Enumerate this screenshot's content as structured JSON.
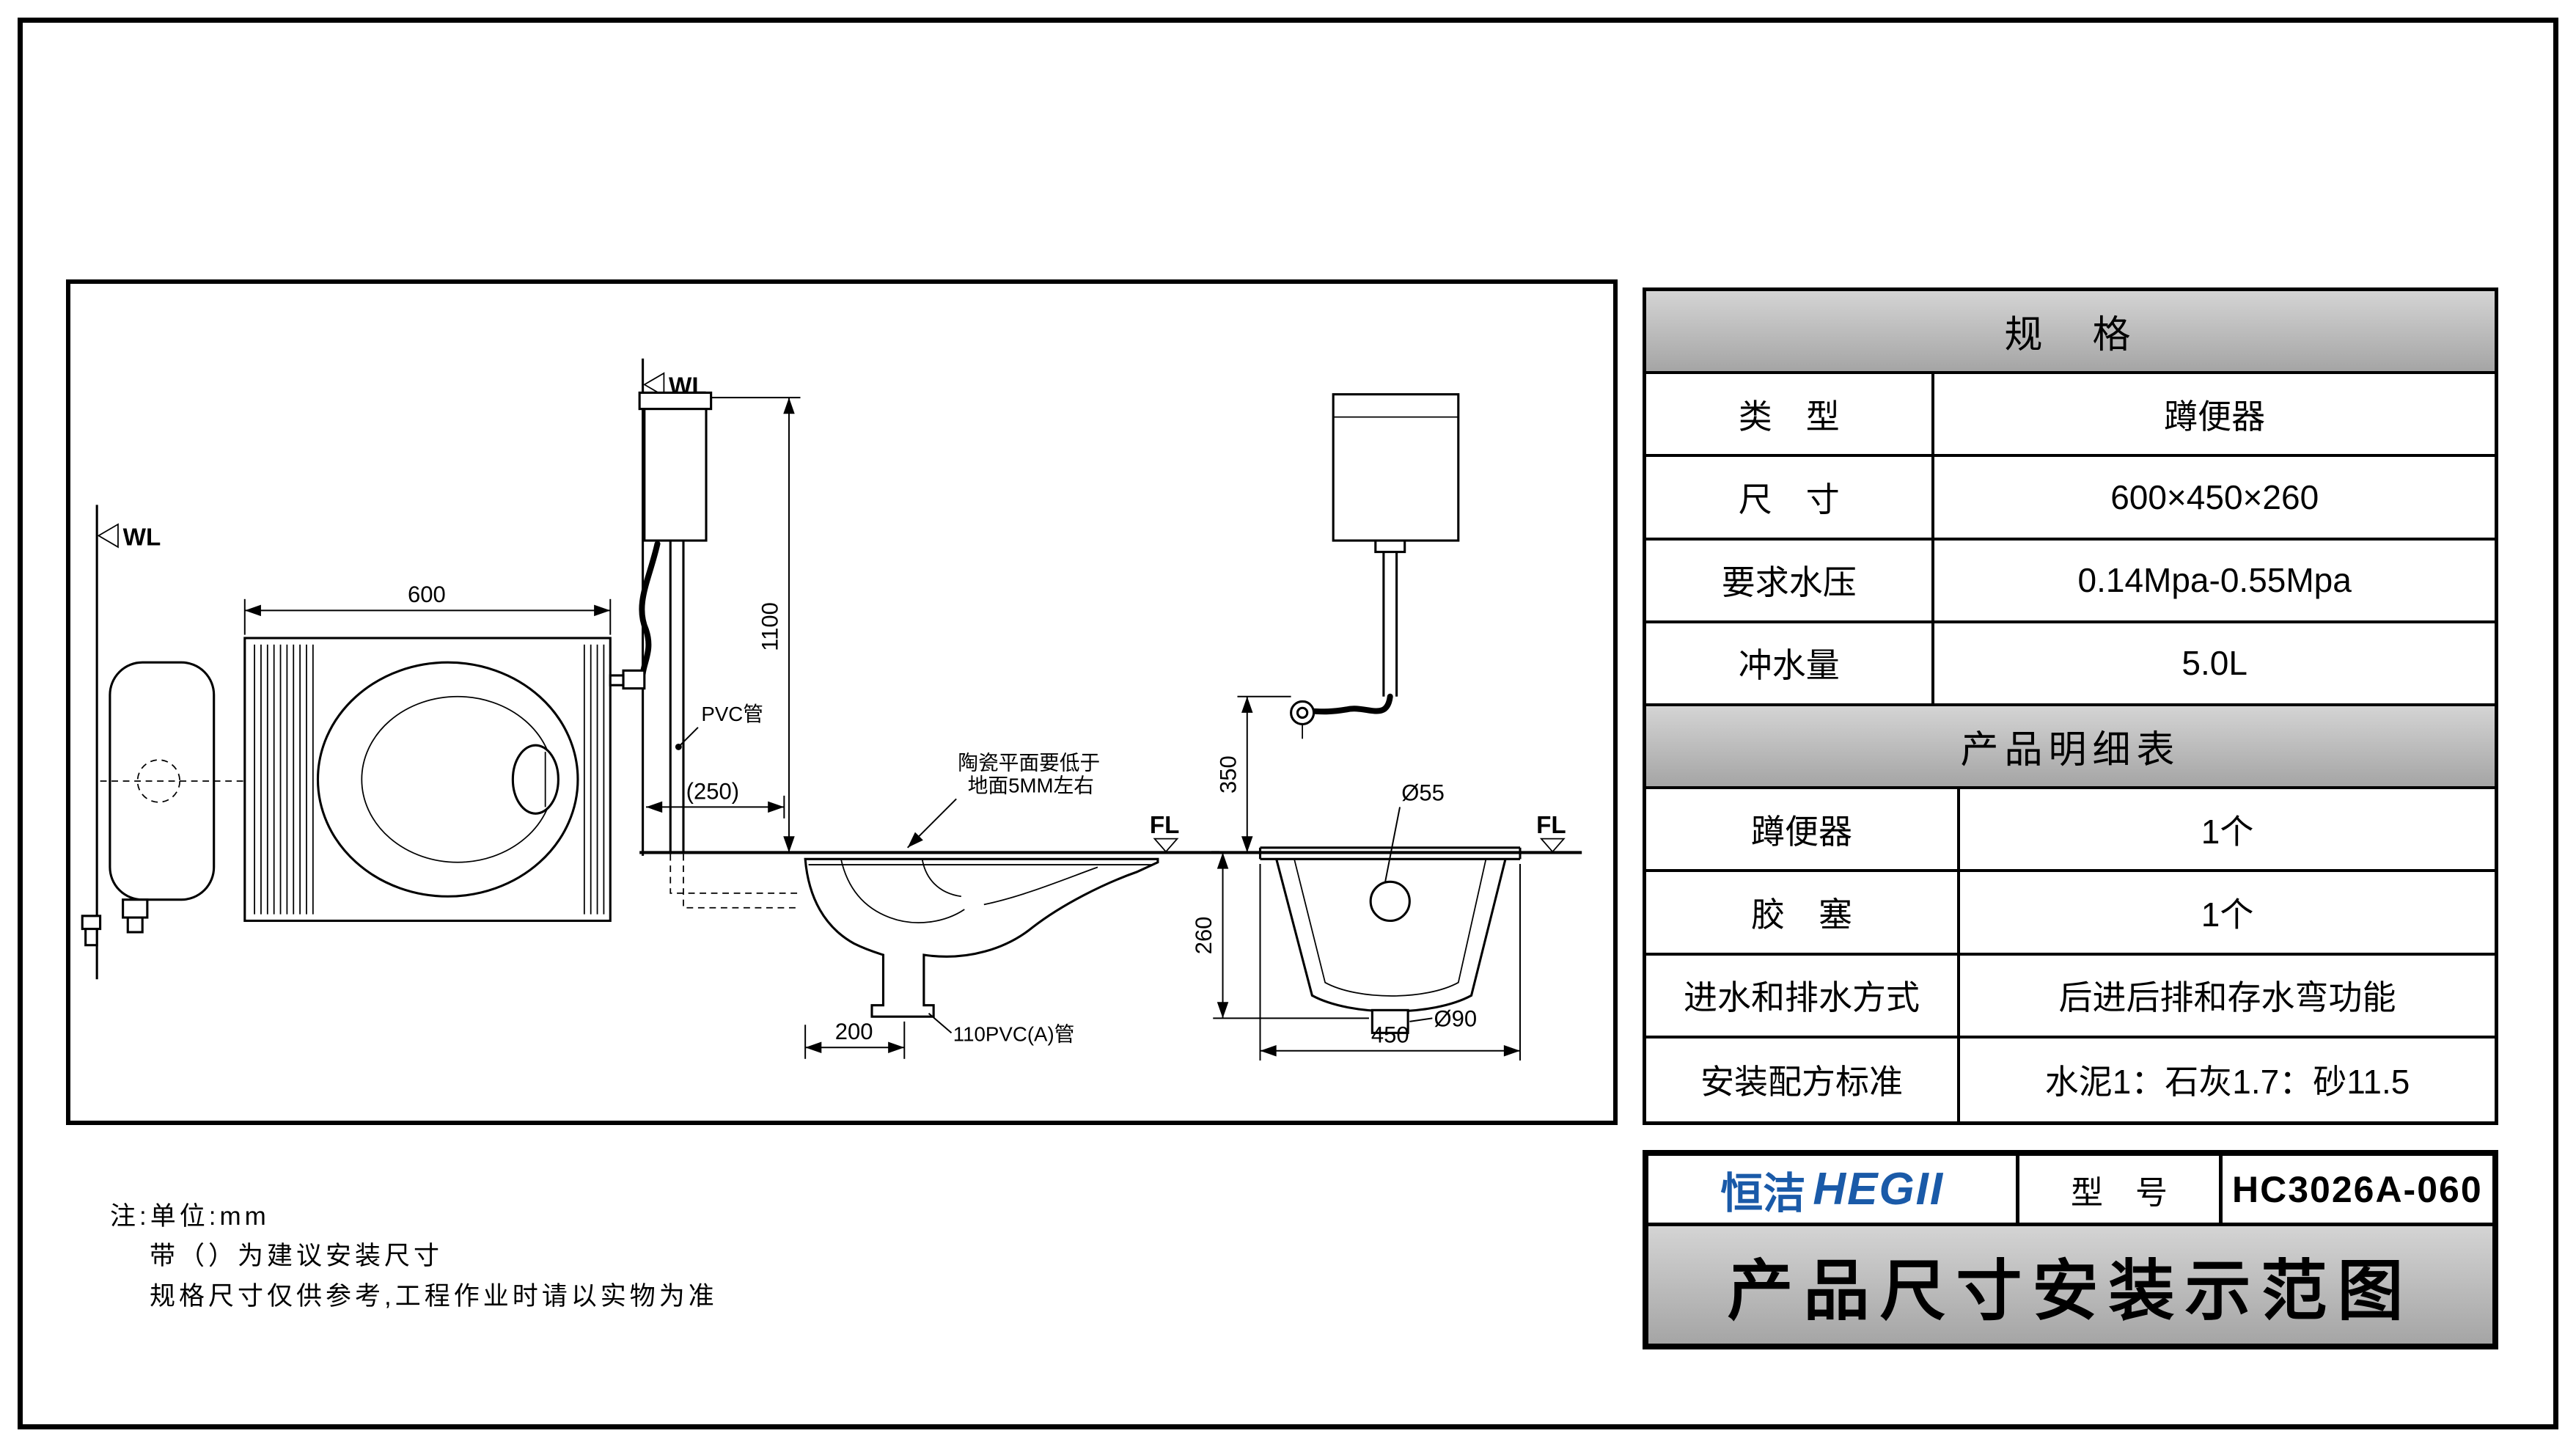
{
  "colors": {
    "brand_blue": "#1a5aa8",
    "header_gray": "#b9b9b9",
    "line_black": "#000000"
  },
  "drawing": {
    "wall_label": "WL",
    "floor_label": "FL",
    "dims": {
      "pan_length": "600",
      "install_height": "1100",
      "wall_distance": "(250)",
      "drain_distance": "200",
      "valve_height": "350",
      "pan_height": "260",
      "pan_width": "450",
      "spud_diameter": "Ø55",
      "outlet_diameter": "Ø90"
    },
    "labels": {
      "pvc_pipe": "PVC管",
      "drain_pipe": "110PVC(A)管",
      "ceramic_note_line1": "陶瓷平面要低于",
      "ceramic_note_line2": "地面5MM左右"
    },
    "notes": {
      "line1": "注:单位:mm",
      "line2": "带（）为建议安装尺寸",
      "line3": "规格尺寸仅供参考,工程作业时请以实物为准"
    }
  },
  "spec_table": {
    "header": "规　格",
    "rows": [
      {
        "label": "类　型",
        "value": "蹲便器"
      },
      {
        "label": "尺　寸",
        "value": "600×450×260"
      },
      {
        "label": "要求水压",
        "value": "0.14Mpa-0.55Mpa"
      },
      {
        "label": "冲水量",
        "value": "5.0L"
      }
    ],
    "detail_header": "产品明细表",
    "detail_rows": [
      {
        "label": "蹲便器",
        "value": "1个"
      },
      {
        "label": "胶　塞",
        "value": "1个"
      },
      {
        "label": "进水和排水方式",
        "value": "后进后排和存水弯功能"
      },
      {
        "label": "安装配方标准",
        "value": "水泥1：石灰1.7：砂11.5"
      }
    ]
  },
  "title_block": {
    "brand_cn": "恒洁",
    "brand_en": "HEGII",
    "model_label": "型　号",
    "model_value": "HC3026A-060",
    "sheet_title": "产品尺寸安装示范图"
  }
}
